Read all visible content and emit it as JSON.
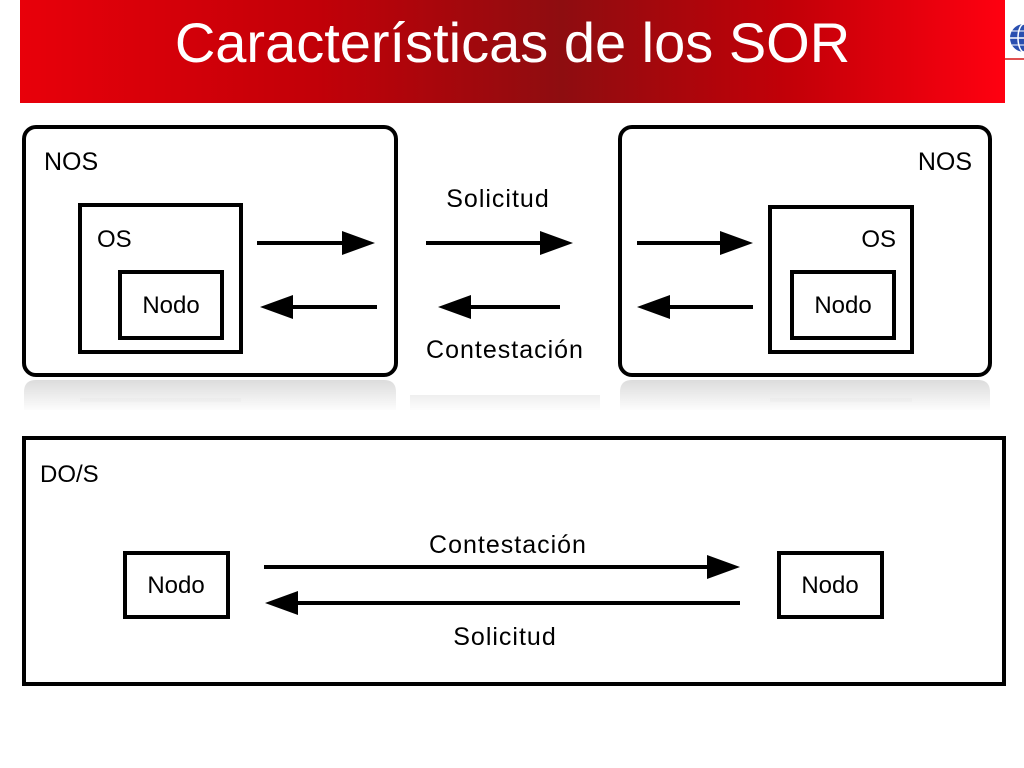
{
  "slide": {
    "title": "Características de los SOR"
  },
  "nos_diagram": {
    "left": {
      "nos_label": "NOS",
      "os_label": "OS",
      "node_label": "Nodo"
    },
    "right": {
      "nos_label": "NOS",
      "os_label": "OS",
      "node_label": "Nodo"
    },
    "request_label": "Solicitud",
    "response_label": "Contestación"
  },
  "dos_diagram": {
    "label": "DO/S",
    "left_node_label": "Nodo",
    "right_node_label": "Nodo",
    "top_arrow_label": "Contestación",
    "bottom_arrow_label": "Solicitud"
  },
  "colors": {
    "title_bar": "#c20008",
    "title_text": "#ffffff",
    "lines": "#000000"
  }
}
